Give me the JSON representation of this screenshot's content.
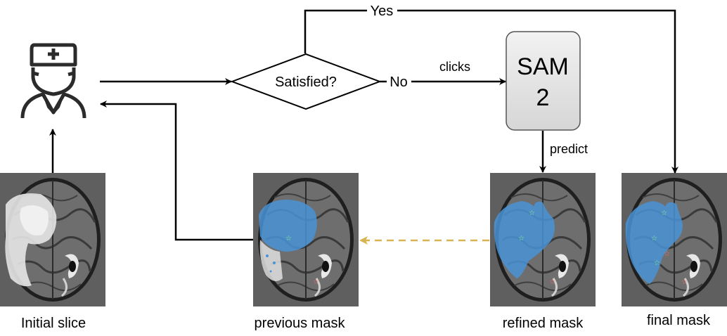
{
  "decision": {
    "text": "Satisfied?"
  },
  "model": {
    "line1": "SAM",
    "line2": "2"
  },
  "edges": {
    "yes": "Yes",
    "no": "No",
    "clicks": "clicks",
    "predict": "predict"
  },
  "panels": {
    "initial": {
      "caption": "Initial slice"
    },
    "previous": {
      "caption": "previous mask"
    },
    "refined": {
      "caption": "refined mask"
    },
    "final": {
      "caption": "final mask"
    }
  },
  "colors": {
    "mask": "#4a93d6",
    "dashed_arrow": "#d7b450",
    "model_box": "#e4e4e4",
    "positive_click": "#8ef58e",
    "negative_click": "#ff7070"
  },
  "icons": {
    "user": "doctor-icon"
  }
}
